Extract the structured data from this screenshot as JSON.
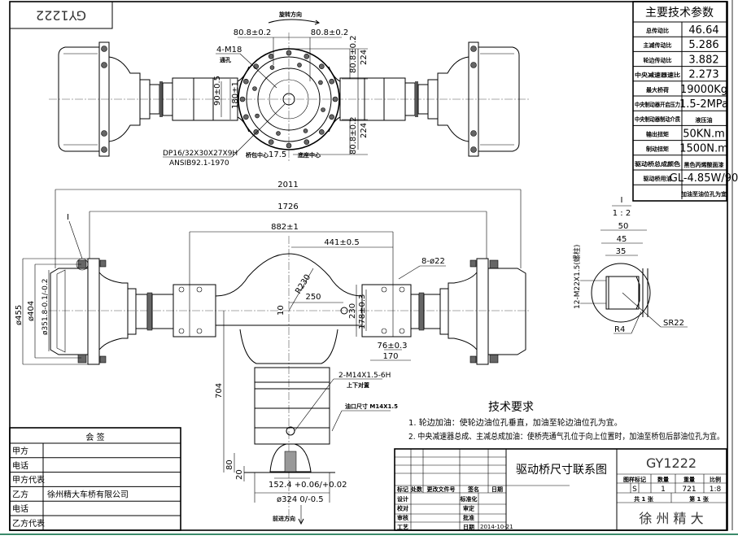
{
  "drawing_number_flipped": "GY1222",
  "params_table": {
    "title": "主要技术参数",
    "rows": [
      {
        "label": "总传动比",
        "value": "46.64"
      },
      {
        "label": "主减传动比",
        "value": "5.286"
      },
      {
        "label": "轮边传动比",
        "value": "3.882"
      },
      {
        "label": "中央减速器速比",
        "value": "2.273"
      },
      {
        "label": "最大桥荷",
        "value": "19000Kg"
      },
      {
        "label": "中央制动器开启压力",
        "value": "1.5-2MPa"
      },
      {
        "label": "中央制动器制动介质",
        "value": "液压油"
      },
      {
        "label": "输出扭矩",
        "value": "50KN.m"
      },
      {
        "label": "制动扭矩",
        "value": "1500N.m"
      },
      {
        "label": "驱动桥总成颜色",
        "value": "黑色丙烯酸面漆"
      },
      {
        "label": "驱动桥用油",
        "value": "GL-4.85W/90"
      },
      {
        "label": "",
        "value": "加油至油位孔为宜"
      }
    ]
  },
  "top_view": {
    "rotation_dir": "旋转方向",
    "dim_80_8_left": "80.8±0.2",
    "dim_80_8_right": "80.8±0.2",
    "dim_80_8_v_top": "80.8±0.2",
    "dim_80_8_v_bot": "80.8±0.2",
    "dim_224_top": "224",
    "dim_224_bot": "224",
    "bolt_holes": "4-M18",
    "bolt_holes_note": "通孔",
    "dim_90": "90±0.5",
    "dim_180": "180±1",
    "spline": "DP16/32X30X27X9H",
    "spline_std": "ANSIB92.1-1970",
    "offset_label_left": "桥包中心",
    "offset": "17.5",
    "offset_label_right": "底座中心"
  },
  "front_view": {
    "dim_2011": "2011",
    "dim_1726": "1726",
    "dim_882": "882±1",
    "dim_441": "441±0.5",
    "detail_marker": "I",
    "holes_8": "8-ø22",
    "r230": "R230",
    "dim_250": "250",
    "dim_10": "10",
    "dim_230": "230",
    "dim_178": "178±0.3",
    "dim_76": "76±0.3",
    "dim_170": "170",
    "dia_455": "ø455",
    "dia_404": "ø404",
    "dia_351": "ø351.8-0.1/-0.2",
    "dim_704": "704",
    "tap": "2-M14X1.5-6H",
    "tap_note": "上下对置",
    "oil_port": "油口尺寸 M14X1.5",
    "dim_80": "80",
    "dim_20": "20",
    "dim_152": "152.4 +0.06/+0.02",
    "dia_324": "ø324 0/-0.5",
    "travel_dir": "前进方向"
  },
  "detail_I": {
    "title": "I",
    "scale": "1 : 2",
    "dim_50": "50",
    "dim_45": "45",
    "dim_35": "35",
    "thread": "12-M22X1.5(螺柱)",
    "r4": "R4",
    "sr22": "SR22"
  },
  "tech_req": {
    "title": "技术要求",
    "item1": "1. 轮边加油：使轮边油位孔垂直，加油至轮边油位孔为宜。",
    "item2": "2. 中央减速器总成、主减总成加油：使桥壳通气孔位于向上位置时，加油至桥包后部油位孔为宜。"
  },
  "signature_table": {
    "title": "会        签",
    "rows": [
      {
        "label": "甲方",
        "value": ""
      },
      {
        "label": "电话",
        "value": ""
      },
      {
        "label": "甲方代表",
        "value": ""
      },
      {
        "label": "乙方",
        "value": "徐州精大车桥有限公司"
      },
      {
        "label": "电话",
        "value": ""
      },
      {
        "label": "乙方代表",
        "value": ""
      }
    ]
  },
  "title_block": {
    "drawing_title": "驱动桥尺寸联系图",
    "drawing_number": "GY1222",
    "rev_headers": [
      "标记",
      "处数",
      "更改文件号",
      "签名",
      "日期"
    ],
    "roles": [
      "设计",
      "校对",
      "审核",
      "工艺"
    ],
    "roles2": [
      "标准化",
      "审定",
      "批准",
      "日期"
    ],
    "date": "2014-10-21",
    "attr_headers": [
      "图样标记",
      "数量",
      "重量",
      "比例"
    ],
    "stage": "S",
    "quantity": "1",
    "weight": "721",
    "scale": "1:8",
    "sheets_total": "共 1 张",
    "sheet_no": "第 1 张",
    "company": "徐 州 精 大"
  }
}
